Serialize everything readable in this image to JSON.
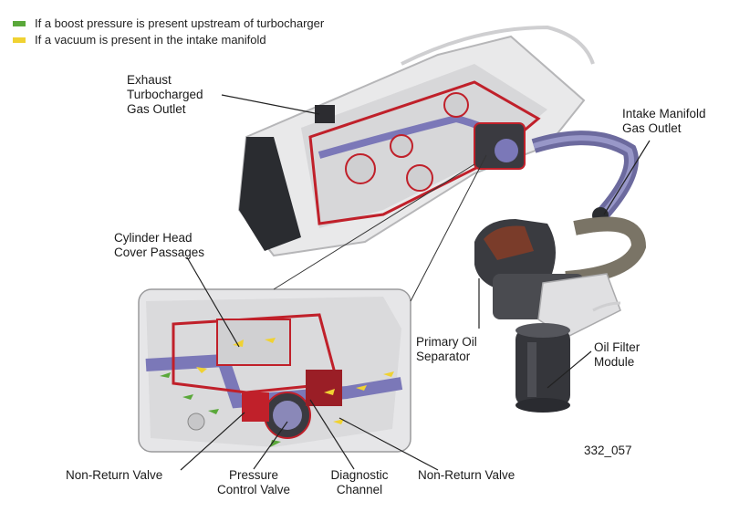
{
  "legend": [
    {
      "label": "If a boost pressure is present upstream of turbocharger",
      "color": "#5aa83a"
    },
    {
      "label": "If a vacuum is present in the intake manifold",
      "color": "#f0d232"
    }
  ],
  "labels": {
    "exhaust_outlet": "Exhaust\nTurbocharged\nGas Outlet",
    "intake_outlet": "Intake Manifold\nGas Outlet",
    "cover_passages": "Cylinder Head\nCover Passages",
    "primary_separator": "Primary Oil\nSeparator",
    "oil_filter": "Oil Filter\nModule",
    "figure_id": "332_057",
    "non_return_left": "Non-Return Valve",
    "pressure_valve": "Pressure\nControl Valve",
    "diagnostic_channel": "Diagnostic\nChannel",
    "non_return_right": "Non-Return Valve"
  },
  "colors": {
    "boost": "#5aa83a",
    "vacuum": "#f0d232",
    "cutaway": "#c0202a",
    "channel": "#7b78b8"
  }
}
